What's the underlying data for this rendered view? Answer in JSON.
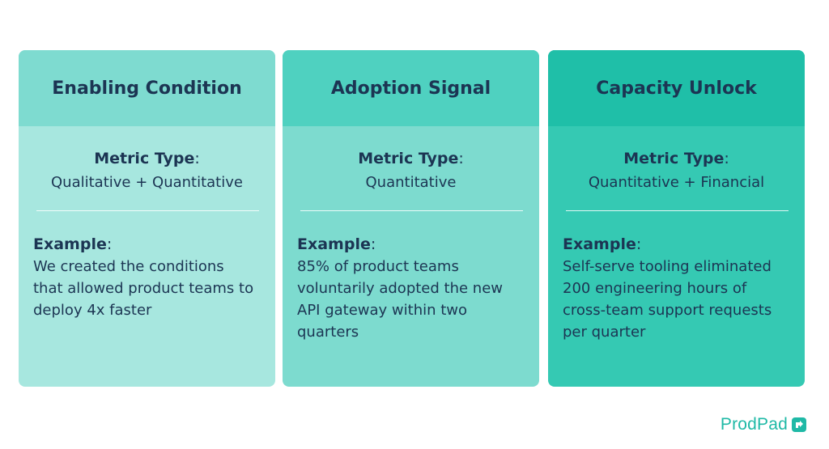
{
  "cards": [
    {
      "title": "Enabling Condition",
      "metric_label": "Metric Type",
      "metric_value": "Qualitative + Quantitative",
      "example_label": "Example",
      "example_text": "We created the conditions that allowed product teams to deploy 4x faster"
    },
    {
      "title": "Adoption Signal",
      "metric_label": "Metric Type",
      "metric_value": "Quantitative",
      "example_label": "Example",
      "example_text": "85% of product teams voluntarily adopted the new API gateway within two quarters"
    },
    {
      "title": "Capacity Unlock",
      "metric_label": "Metric Type",
      "metric_value": "Quantitative + Financial",
      "example_label": "Example",
      "example_text": "Self-serve tooling eliminated 200 engineering hours of cross-team support requests per quarter"
    }
  ],
  "brand": {
    "name": "ProdPad",
    "icon": "prodpad-logo-icon",
    "color": "#1fb9a6"
  },
  "colors": {
    "text": "#1c3553",
    "card1_body": "#a7e7df",
    "card1_header": "#7edbd0",
    "card2_body": "#7ddbcf",
    "card2_header": "#4fd1c0",
    "card3_body": "#35c9b3",
    "card3_header": "#1fbfa8"
  }
}
